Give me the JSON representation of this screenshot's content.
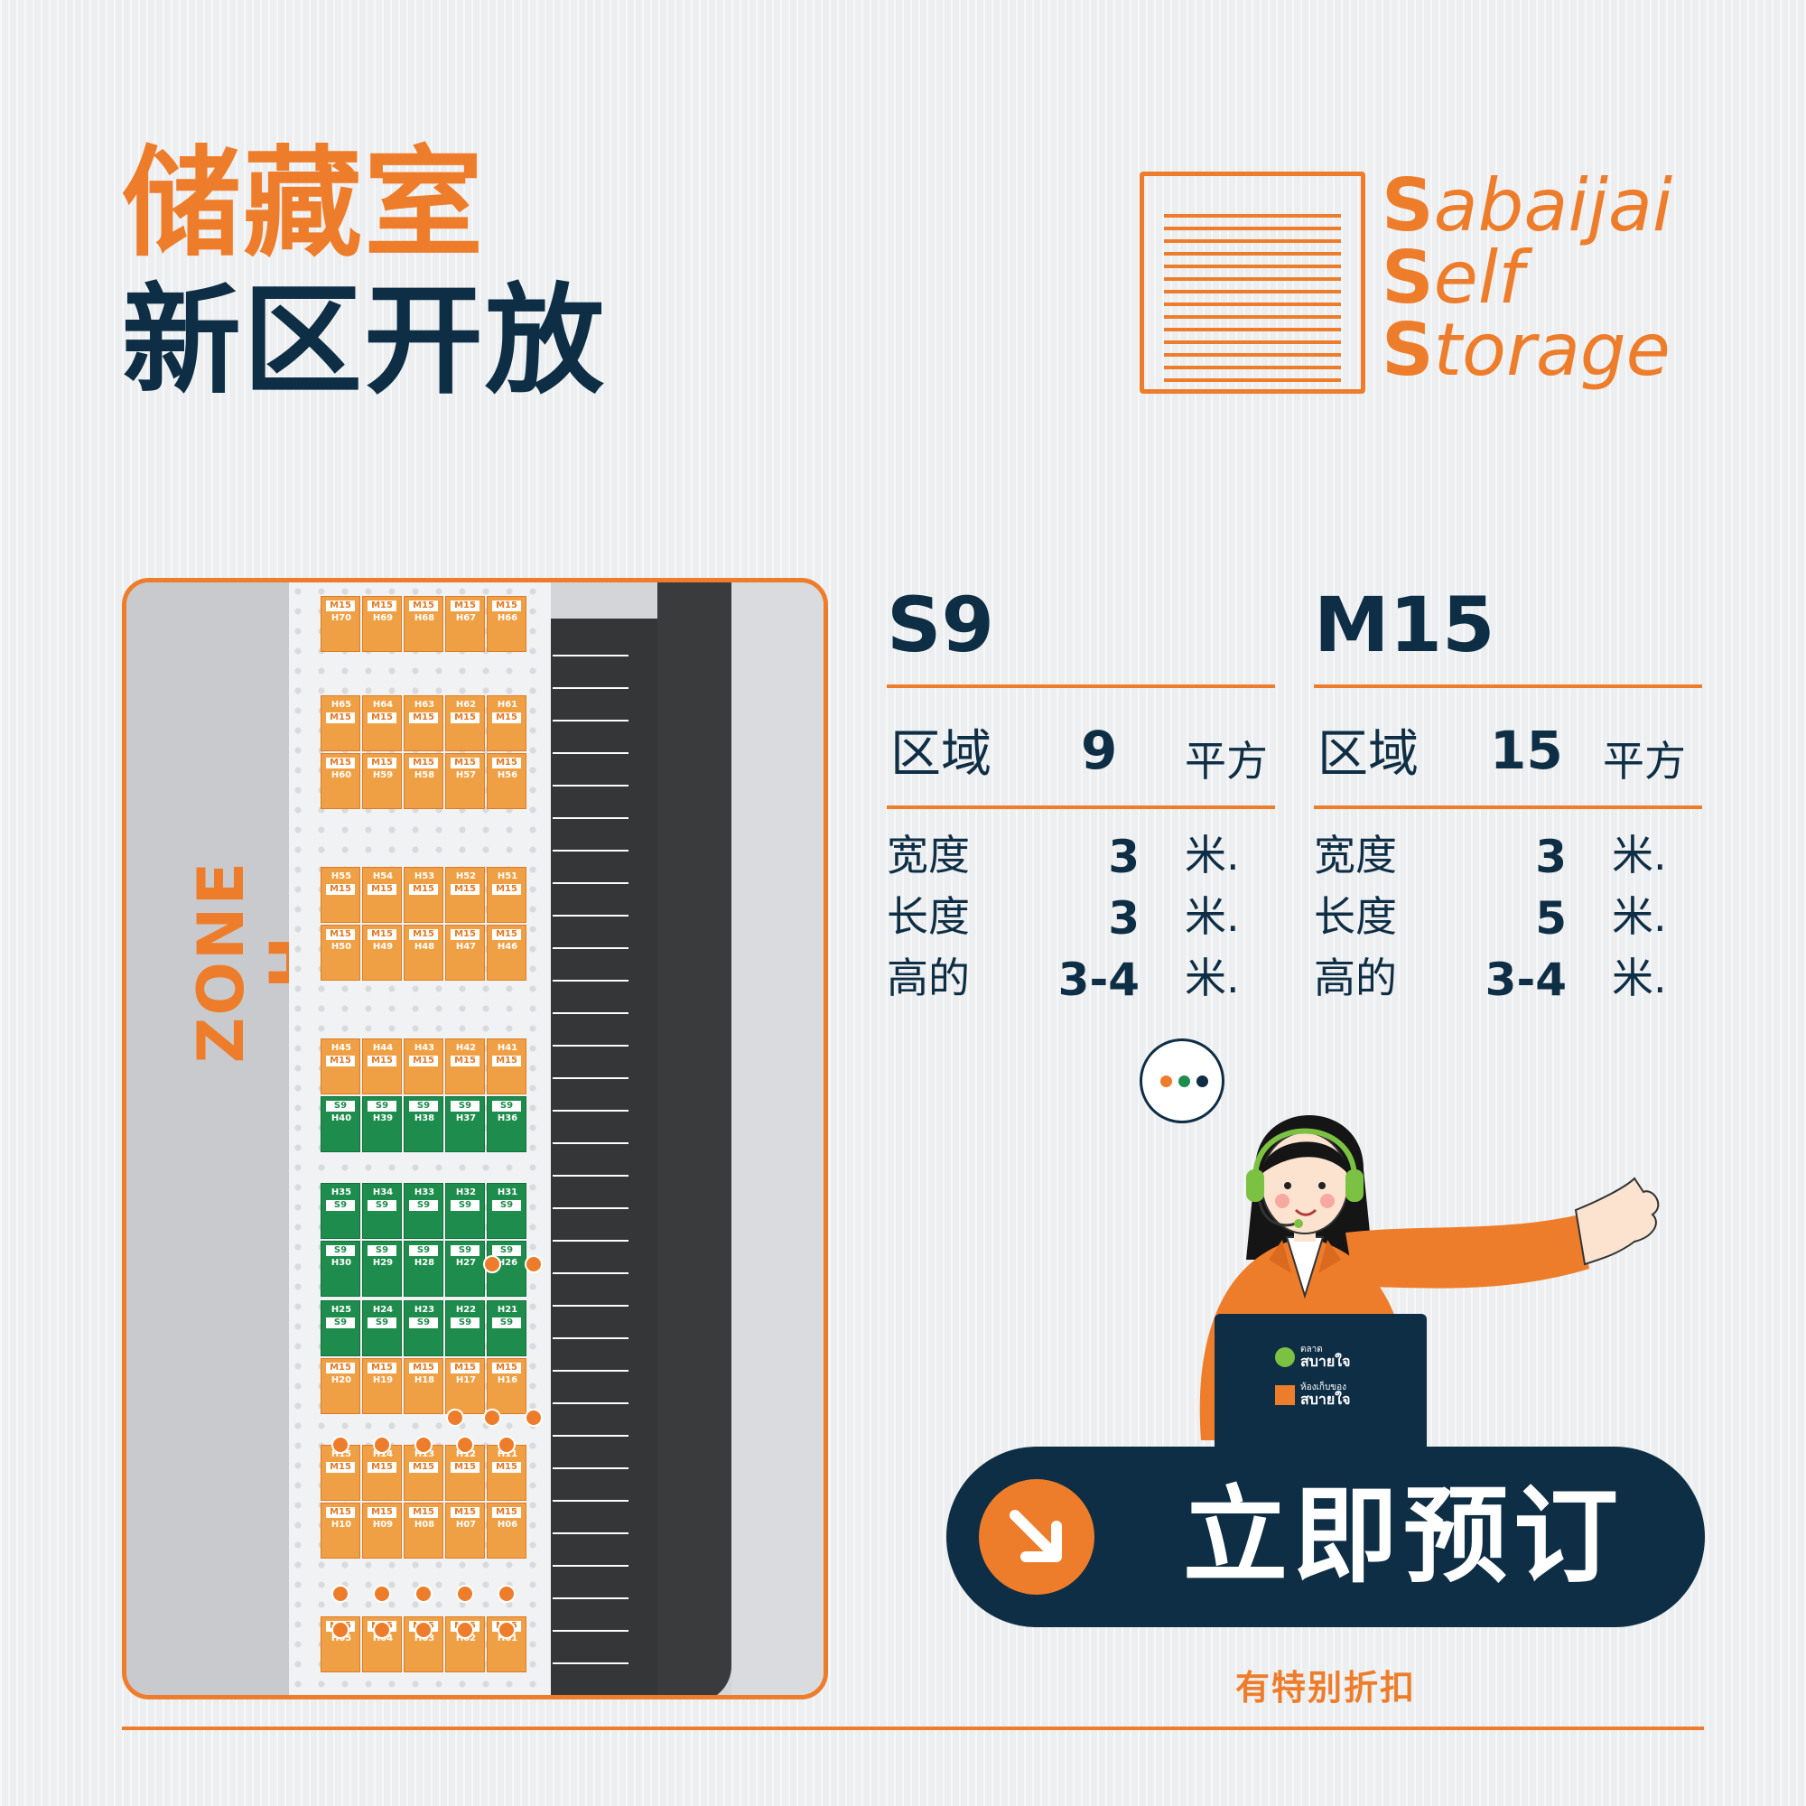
{
  "headline": {
    "line1": "储藏室",
    "line2": "新区开放"
  },
  "logo": {
    "word1_initial": "S",
    "word1_rest": "abaijai",
    "word2_initial": "S",
    "word2_rest": "elf",
    "word3_initial": "S",
    "word3_rest": "torage"
  },
  "map": {
    "zone_label": "ZONE H",
    "blocks": [
      {
        "units": [
          {
            "tag": "M15",
            "id": "H70",
            "type": "M"
          },
          {
            "tag": "M15",
            "id": "H69",
            "type": "M"
          },
          {
            "tag": "M15",
            "id": "H68",
            "type": "M"
          },
          {
            "tag": "M15",
            "id": "H67",
            "type": "M"
          },
          {
            "tag": "M15",
            "id": "H66",
            "type": "M"
          }
        ]
      },
      {
        "units": [
          {
            "tag": "M15",
            "id": "H65",
            "type": "M"
          },
          {
            "tag": "M15",
            "id": "H64",
            "type": "M"
          },
          {
            "tag": "M15",
            "id": "H63",
            "type": "M"
          },
          {
            "tag": "M15",
            "id": "H62",
            "type": "M"
          },
          {
            "tag": "M15",
            "id": "H61",
            "type": "M"
          },
          {
            "tag": "M15",
            "id": "H60",
            "type": "M"
          },
          {
            "tag": "M15",
            "id": "H59",
            "type": "M"
          },
          {
            "tag": "M15",
            "id": "H58",
            "type": "M"
          },
          {
            "tag": "M15",
            "id": "H57",
            "type": "M"
          },
          {
            "tag": "M15",
            "id": "H56",
            "type": "M"
          }
        ]
      },
      {
        "units": [
          {
            "tag": "M15",
            "id": "H55",
            "type": "M"
          },
          {
            "tag": "M15",
            "id": "H54",
            "type": "M"
          },
          {
            "tag": "M15",
            "id": "H53",
            "type": "M"
          },
          {
            "tag": "M15",
            "id": "H52",
            "type": "M"
          },
          {
            "tag": "M15",
            "id": "H51",
            "type": "M"
          },
          {
            "tag": "M15",
            "id": "H50",
            "type": "M"
          },
          {
            "tag": "M15",
            "id": "H49",
            "type": "M"
          },
          {
            "tag": "M15",
            "id": "H48",
            "type": "M"
          },
          {
            "tag": "M15",
            "id": "H47",
            "type": "M"
          },
          {
            "tag": "M15",
            "id": "H46",
            "type": "M"
          }
        ]
      },
      {
        "units": [
          {
            "tag": "M15",
            "id": "H45",
            "type": "M"
          },
          {
            "tag": "M15",
            "id": "H44",
            "type": "M"
          },
          {
            "tag": "M15",
            "id": "H43",
            "type": "M"
          },
          {
            "tag": "M15",
            "id": "H42",
            "type": "M"
          },
          {
            "tag": "M15",
            "id": "H41",
            "type": "M"
          },
          {
            "tag": "S9",
            "id": "H40",
            "type": "S"
          },
          {
            "tag": "S9",
            "id": "H39",
            "type": "S"
          },
          {
            "tag": "S9",
            "id": "H38",
            "type": "S"
          },
          {
            "tag": "S9",
            "id": "H37",
            "type": "S"
          },
          {
            "tag": "S9",
            "id": "H36",
            "type": "S"
          }
        ]
      },
      {
        "units": [
          {
            "tag": "S9",
            "id": "H35",
            "type": "S"
          },
          {
            "tag": "S9",
            "id": "H34",
            "type": "S"
          },
          {
            "tag": "S9",
            "id": "H33",
            "type": "S"
          },
          {
            "tag": "S9",
            "id": "H32",
            "type": "S"
          },
          {
            "tag": "S9",
            "id": "H31",
            "type": "S"
          },
          {
            "tag": "S9",
            "id": "H30",
            "type": "S"
          },
          {
            "tag": "S9",
            "id": "H29",
            "type": "S"
          },
          {
            "tag": "S9",
            "id": "H28",
            "type": "S"
          },
          {
            "tag": "S9",
            "id": "H27",
            "type": "S"
          },
          {
            "tag": "S9",
            "id": "H26",
            "type": "S"
          }
        ]
      },
      {
        "units": [
          {
            "tag": "S9",
            "id": "H25",
            "type": "S"
          },
          {
            "tag": "S9",
            "id": "H24",
            "type": "S"
          },
          {
            "tag": "S9",
            "id": "H23",
            "type": "S"
          },
          {
            "tag": "S9",
            "id": "H22",
            "type": "S"
          },
          {
            "tag": "S9",
            "id": "H21",
            "type": "S"
          },
          {
            "tag": "M15",
            "id": "H20",
            "type": "M"
          },
          {
            "tag": "M15",
            "id": "H19",
            "type": "M"
          },
          {
            "tag": "M15",
            "id": "H18",
            "type": "M"
          },
          {
            "tag": "M15",
            "id": "H17",
            "type": "M"
          },
          {
            "tag": "M15",
            "id": "H16",
            "type": "M"
          }
        ]
      },
      {
        "units": [
          {
            "tag": "M15",
            "id": "H15",
            "type": "M"
          },
          {
            "tag": "M15",
            "id": "H14",
            "type": "M"
          },
          {
            "tag": "M15",
            "id": "H13",
            "type": "M"
          },
          {
            "tag": "M15",
            "id": "H12",
            "type": "M"
          },
          {
            "tag": "M15",
            "id": "H11",
            "type": "M"
          },
          {
            "tag": "M15",
            "id": "H10",
            "type": "M"
          },
          {
            "tag": "M15",
            "id": "H09",
            "type": "M"
          },
          {
            "tag": "M15",
            "id": "H08",
            "type": "M"
          },
          {
            "tag": "M15",
            "id": "H07",
            "type": "M"
          },
          {
            "tag": "M15",
            "id": "H06",
            "type": "M"
          }
        ]
      },
      {
        "units": [
          {
            "tag": "M15",
            "id": "H05",
            "type": "M"
          },
          {
            "tag": "M15",
            "id": "H04",
            "type": "M"
          },
          {
            "tag": "M15",
            "id": "H03",
            "type": "M"
          },
          {
            "tag": "M15",
            "id": "H02",
            "type": "M"
          },
          {
            "tag": "M15",
            "id": "H01",
            "type": "M"
          }
        ]
      }
    ]
  },
  "specs": [
    {
      "name": "S9",
      "area_label": "区域",
      "area_value": "9",
      "area_unit": "平方",
      "rows": [
        {
          "label": "宽度",
          "value": "3",
          "unit": "米."
        },
        {
          "label": "长度",
          "value": "3",
          "unit": "米."
        },
        {
          "label": "高的",
          "value": "3-4",
          "unit": "米."
        }
      ]
    },
    {
      "name": "M15",
      "area_label": "区域",
      "area_value": "15",
      "area_unit": "平方",
      "rows": [
        {
          "label": "宽度",
          "value": "3",
          "unit": "米."
        },
        {
          "label": "长度",
          "value": "5",
          "unit": "米."
        },
        {
          "label": "高的",
          "value": "3-4",
          "unit": "米."
        }
      ]
    }
  ],
  "laptop": {
    "logo1_small": "ตลาด",
    "logo1_main": "สบายใจ",
    "logo2_small": "ห้องเก็บของ",
    "logo2_main": "สบายใจ"
  },
  "cta": {
    "label": "立即预订",
    "icon": "arrow-down-right-icon"
  },
  "discount": "有特别折扣",
  "colors": {
    "orange": "#ee7d2b",
    "navy": "#0e2e45",
    "green": "#1e8c4c"
  }
}
